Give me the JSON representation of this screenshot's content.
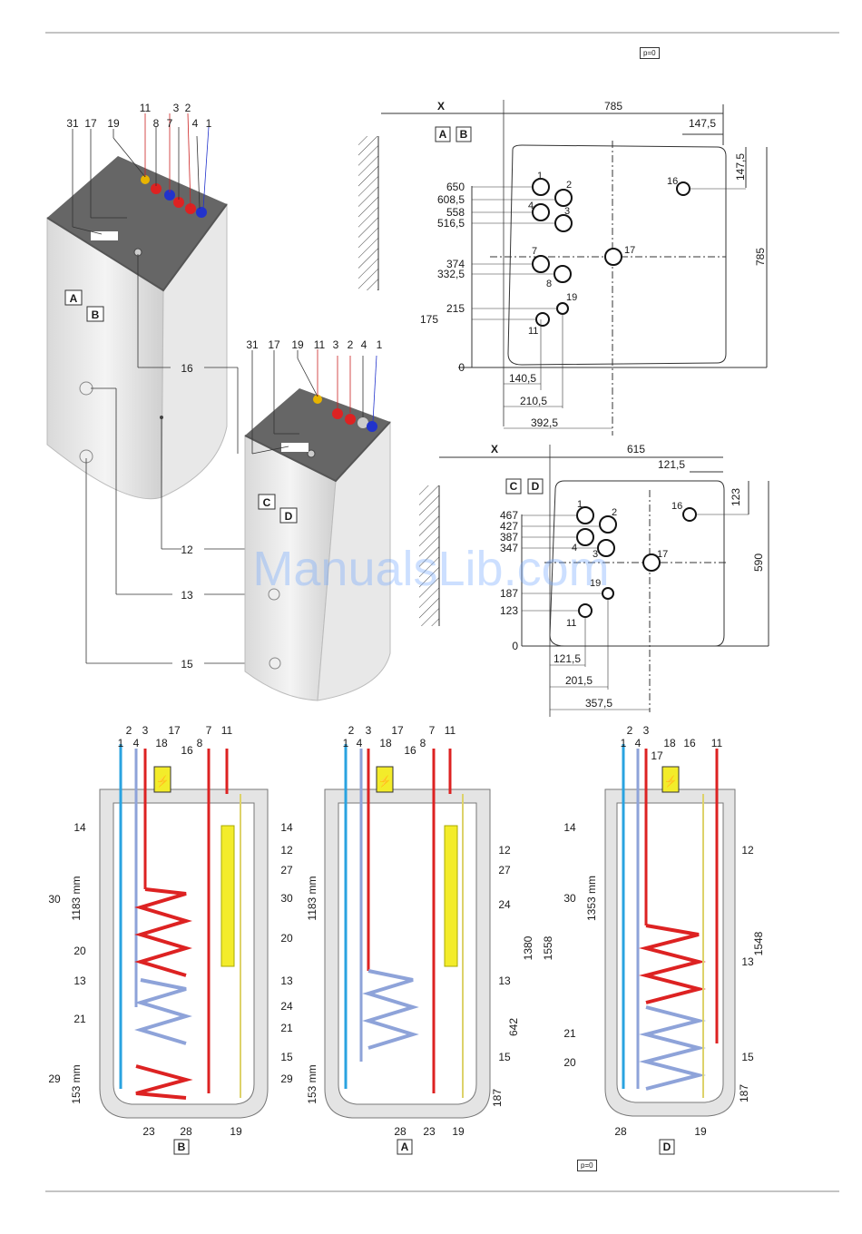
{
  "header_badge": "p=0",
  "footer_badge": "p=0",
  "watermark": "ManualsLib.com",
  "views": {
    "AB": "A",
    "AB2": "B",
    "CD": "C",
    "CD2": "D",
    "bottom": [
      "B",
      "A",
      "D"
    ]
  },
  "dimensions_top": {
    "x": "X",
    "width": "785",
    "height": "785",
    "r147a": "147,5",
    "r147b": "147,5",
    "y": [
      "650",
      "608,5",
      "558",
      "516,5",
      "374",
      "332,5",
      "215",
      "175",
      "0"
    ],
    "xs": [
      "140,5",
      "210,5",
      "392,5"
    ]
  },
  "dimensions_mid": {
    "x": "X",
    "width": "615",
    "height": "590",
    "r121": "121,5",
    "r123": "123",
    "y": [
      "467",
      "427",
      "387",
      "347",
      "187",
      "123",
      "0"
    ],
    "xs": [
      "121,5",
      "201,5",
      "357,5"
    ]
  },
  "iso_labels_1": [
    "31",
    "17",
    "19",
    "11",
    "8",
    "7",
    "3",
    "2",
    "4",
    "1"
  ],
  "iso_labels_2": [
    "31",
    "17",
    "19",
    "11",
    "3",
    "2",
    "4",
    "1"
  ],
  "callouts": [
    "16",
    "12",
    "13",
    "15"
  ],
  "section_labels": {
    "top": [
      "1",
      "2",
      "4",
      "3",
      "18",
      "17",
      "16",
      "8",
      "7",
      "11"
    ],
    "side": [
      "14",
      "12",
      "27",
      "30",
      "20",
      "13",
      "24",
      "21",
      "29",
      "15",
      "23",
      "28",
      "19"
    ],
    "mm1183": "1183 mm",
    "mm153": "153 mm",
    "mm1353": "1353 mm",
    "d1380": "1380",
    "d1558": "1558",
    "d642": "642",
    "d187": "187",
    "d1548": "1548"
  }
}
